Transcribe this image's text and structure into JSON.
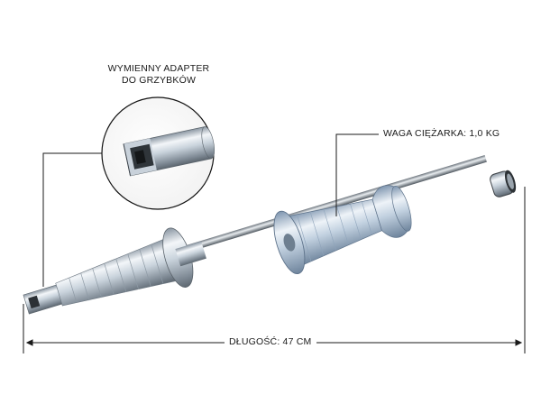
{
  "labels": {
    "adapter_line1": "WYMIENNY ADAPTER",
    "adapter_line2": "DO GRZYBKÓW",
    "weight": "WAGA CIĘŻARKA: 1,0 KG",
    "length": "DŁUGOŚĆ: 47 CM"
  },
  "colors": {
    "steel_light": "#e8edf2",
    "steel_mid": "#b5c2cf",
    "steel_dark": "#6f7b86",
    "weight_blue": "#9ab0c8",
    "line": "#1a1a1a"
  }
}
